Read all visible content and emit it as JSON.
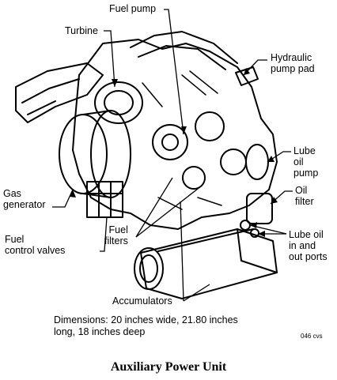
{
  "labels": {
    "fuel_pump": "Fuel pump",
    "turbine": "Turbine",
    "hydraulic_pump_pad_1": "Hydraulic",
    "hydraulic_pump_pad_2": "pump pad",
    "lube_oil_pump_1": "Lube",
    "lube_oil_pump_2": "oil",
    "lube_oil_pump_3": "pump",
    "gas_generator_1": "Gas",
    "gas_generator_2": "generator",
    "oil_filter_1": "Oil",
    "oil_filter_2": "filter",
    "fuel_filters_1": "Fuel",
    "fuel_filters_2": "filters",
    "fuel_control_valves_1": "Fuel",
    "fuel_control_valves_2": "control valves",
    "lube_oil_ports_1": "Lube oil",
    "lube_oil_ports_2": "in and",
    "lube_oil_ports_3": "out ports",
    "accumulators": "Accumulators"
  },
  "dimensions": {
    "line1": "Dimensions: 20 inches wide, 21.80 inches",
    "line2": "long, 18 inches deep"
  },
  "figure_id": "046 cvs",
  "caption": "Auxiliary Power Unit"
}
